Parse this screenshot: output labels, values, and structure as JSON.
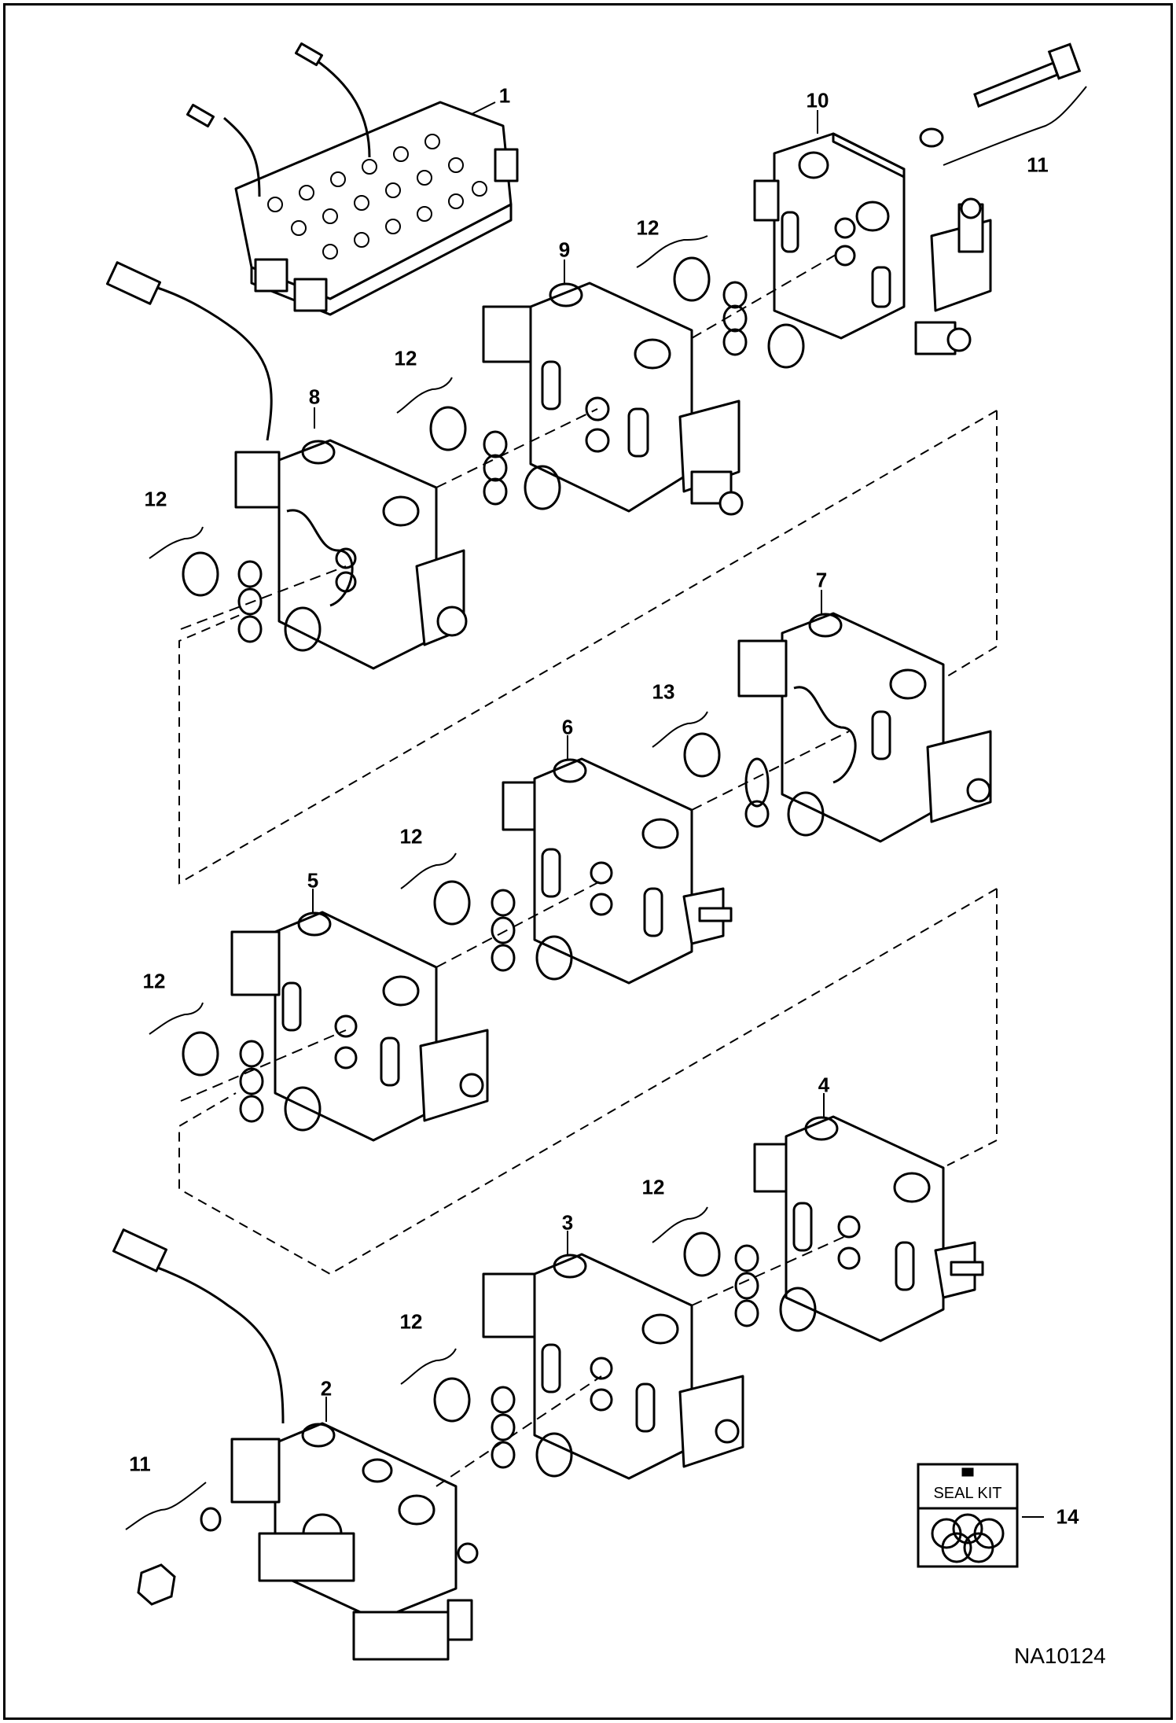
{
  "callouts": [
    {
      "id": "1",
      "label": "1"
    },
    {
      "id": "2",
      "label": "2"
    },
    {
      "id": "3",
      "label": "3"
    },
    {
      "id": "4",
      "label": "4"
    },
    {
      "id": "5",
      "label": "5"
    },
    {
      "id": "6",
      "label": "6"
    },
    {
      "id": "7",
      "label": "7"
    },
    {
      "id": "8",
      "label": "8"
    },
    {
      "id": "9",
      "label": "9"
    },
    {
      "id": "10",
      "label": "10"
    },
    {
      "id": "11a",
      "label": "11"
    },
    {
      "id": "11b",
      "label": "11"
    },
    {
      "id": "12a",
      "label": "12"
    },
    {
      "id": "12b",
      "label": "12"
    },
    {
      "id": "12c",
      "label": "12"
    },
    {
      "id": "12d",
      "label": "12"
    },
    {
      "id": "12e",
      "label": "12"
    },
    {
      "id": "12f",
      "label": "12"
    },
    {
      "id": "12g",
      "label": "12"
    },
    {
      "id": "13",
      "label": "13"
    },
    {
      "id": "14",
      "label": "14"
    }
  ],
  "seal_kit": {
    "label": "SEAL KIT"
  },
  "drawing_ref": "NA10124",
  "colors": {
    "line": "#000000",
    "background": "#ffffff"
  }
}
